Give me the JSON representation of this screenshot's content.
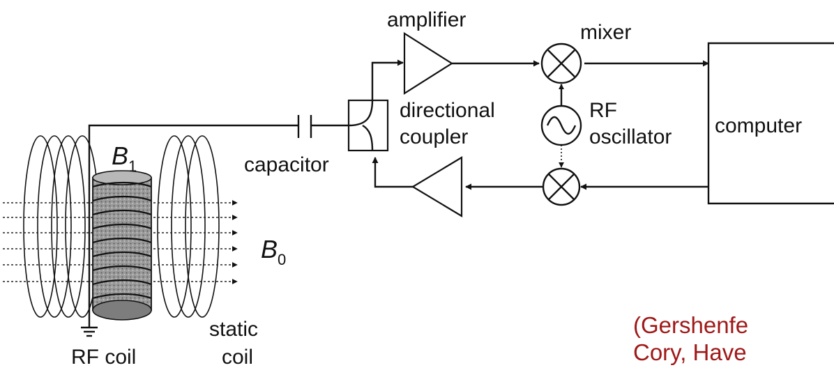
{
  "labels": {
    "amplifier": "amplifier",
    "mixer": "mixer",
    "directional": "directional",
    "coupler": "coupler",
    "rf": "RF",
    "oscillator": "oscillator",
    "computer": "computer",
    "capacitor": "capacitor",
    "b1_letter": "B",
    "b1_sub": "1",
    "b0_letter": "B",
    "b0_sub": "0",
    "rf_coil": "RF coil",
    "static": "static",
    "coil": "coil"
  },
  "citation": {
    "line1": "(Gershenfe",
    "line2": "Cory, Have"
  },
  "colors": {
    "ink": "#111111",
    "citation": "#a01818",
    "coil_shade": "#8a8a8a"
  }
}
